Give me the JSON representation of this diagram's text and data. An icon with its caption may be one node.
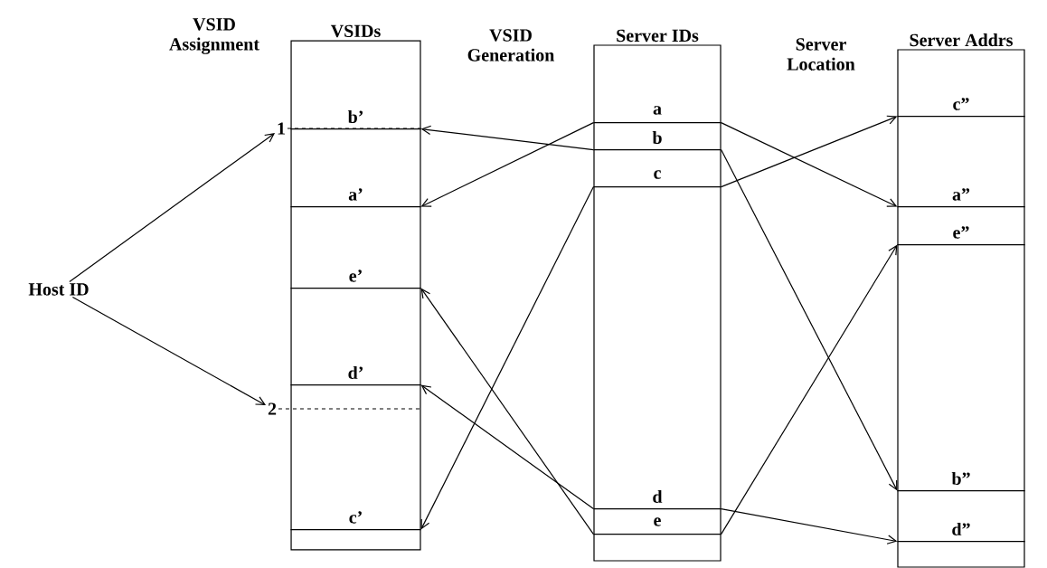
{
  "diagram": {
    "nodes": [
      {
        "text": [
          "Host ID"
        ]
      },
      {
        "text": [
          "1"
        ]
      },
      {
        "text": [
          "2"
        ]
      },
      {
        "text": [
          "VSIDs"
        ]
      },
      {
        "text": [
          "b’"
        ],
        "in": 3
      },
      {
        "text": [
          "a’"
        ],
        "in": 3
      },
      {
        "text": [
          "e’"
        ],
        "in": 3
      },
      {
        "text": [
          "d’"
        ],
        "in": 3
      },
      {
        "text": [
          "c’"
        ],
        "in": 3
      },
      {
        "text": [
          "Server IDs"
        ]
      },
      {
        "text": [
          "a"
        ],
        "in": 9
      },
      {
        "text": [
          "b"
        ],
        "in": 9
      },
      {
        "text": [
          "c"
        ],
        "in": 9
      },
      {
        "text": [
          "d"
        ],
        "in": 9
      },
      {
        "text": [
          "e"
        ],
        "in": 9
      },
      {
        "text": [
          "Server Addrs"
        ]
      },
      {
        "text": [
          "c”"
        ],
        "in": 15
      },
      {
        "text": [
          "a”"
        ],
        "in": 15
      },
      {
        "text": [
          "e”"
        ],
        "in": 15
      },
      {
        "text": [
          "b”"
        ],
        "in": 15
      },
      {
        "text": [
          "d”"
        ],
        "in": 15
      }
    ],
    "edges": [
      {
        "from": 0,
        "to": 1,
        "arrow": "to"
      },
      {
        "from": 0,
        "to": 2,
        "arrow": "to"
      },
      {
        "from": 1,
        "to": 4,
        "arrow": "none",
        "style": "dashed"
      },
      {
        "from": 2,
        "to": 3,
        "arrow": "none",
        "style": "dashed"
      },
      {
        "from": 10,
        "to": 5,
        "arrow": "to"
      },
      {
        "from": 11,
        "to": 4,
        "arrow": "to"
      },
      {
        "from": 12,
        "to": 8,
        "arrow": "to"
      },
      {
        "from": 13,
        "to": 7,
        "arrow": "to"
      },
      {
        "from": 14,
        "to": 6,
        "arrow": "to"
      },
      {
        "from": 10,
        "to": 17,
        "arrow": "to"
      },
      {
        "from": 11,
        "to": 19,
        "arrow": "to"
      },
      {
        "from": 12,
        "to": 16,
        "arrow": "to"
      },
      {
        "from": 13,
        "to": 20,
        "arrow": "to"
      },
      {
        "from": 14,
        "to": 18,
        "arrow": "to"
      }
    ],
    "labels": [
      "VSID Assignment",
      "VSID Generation",
      "Server Location"
    ]
  }
}
